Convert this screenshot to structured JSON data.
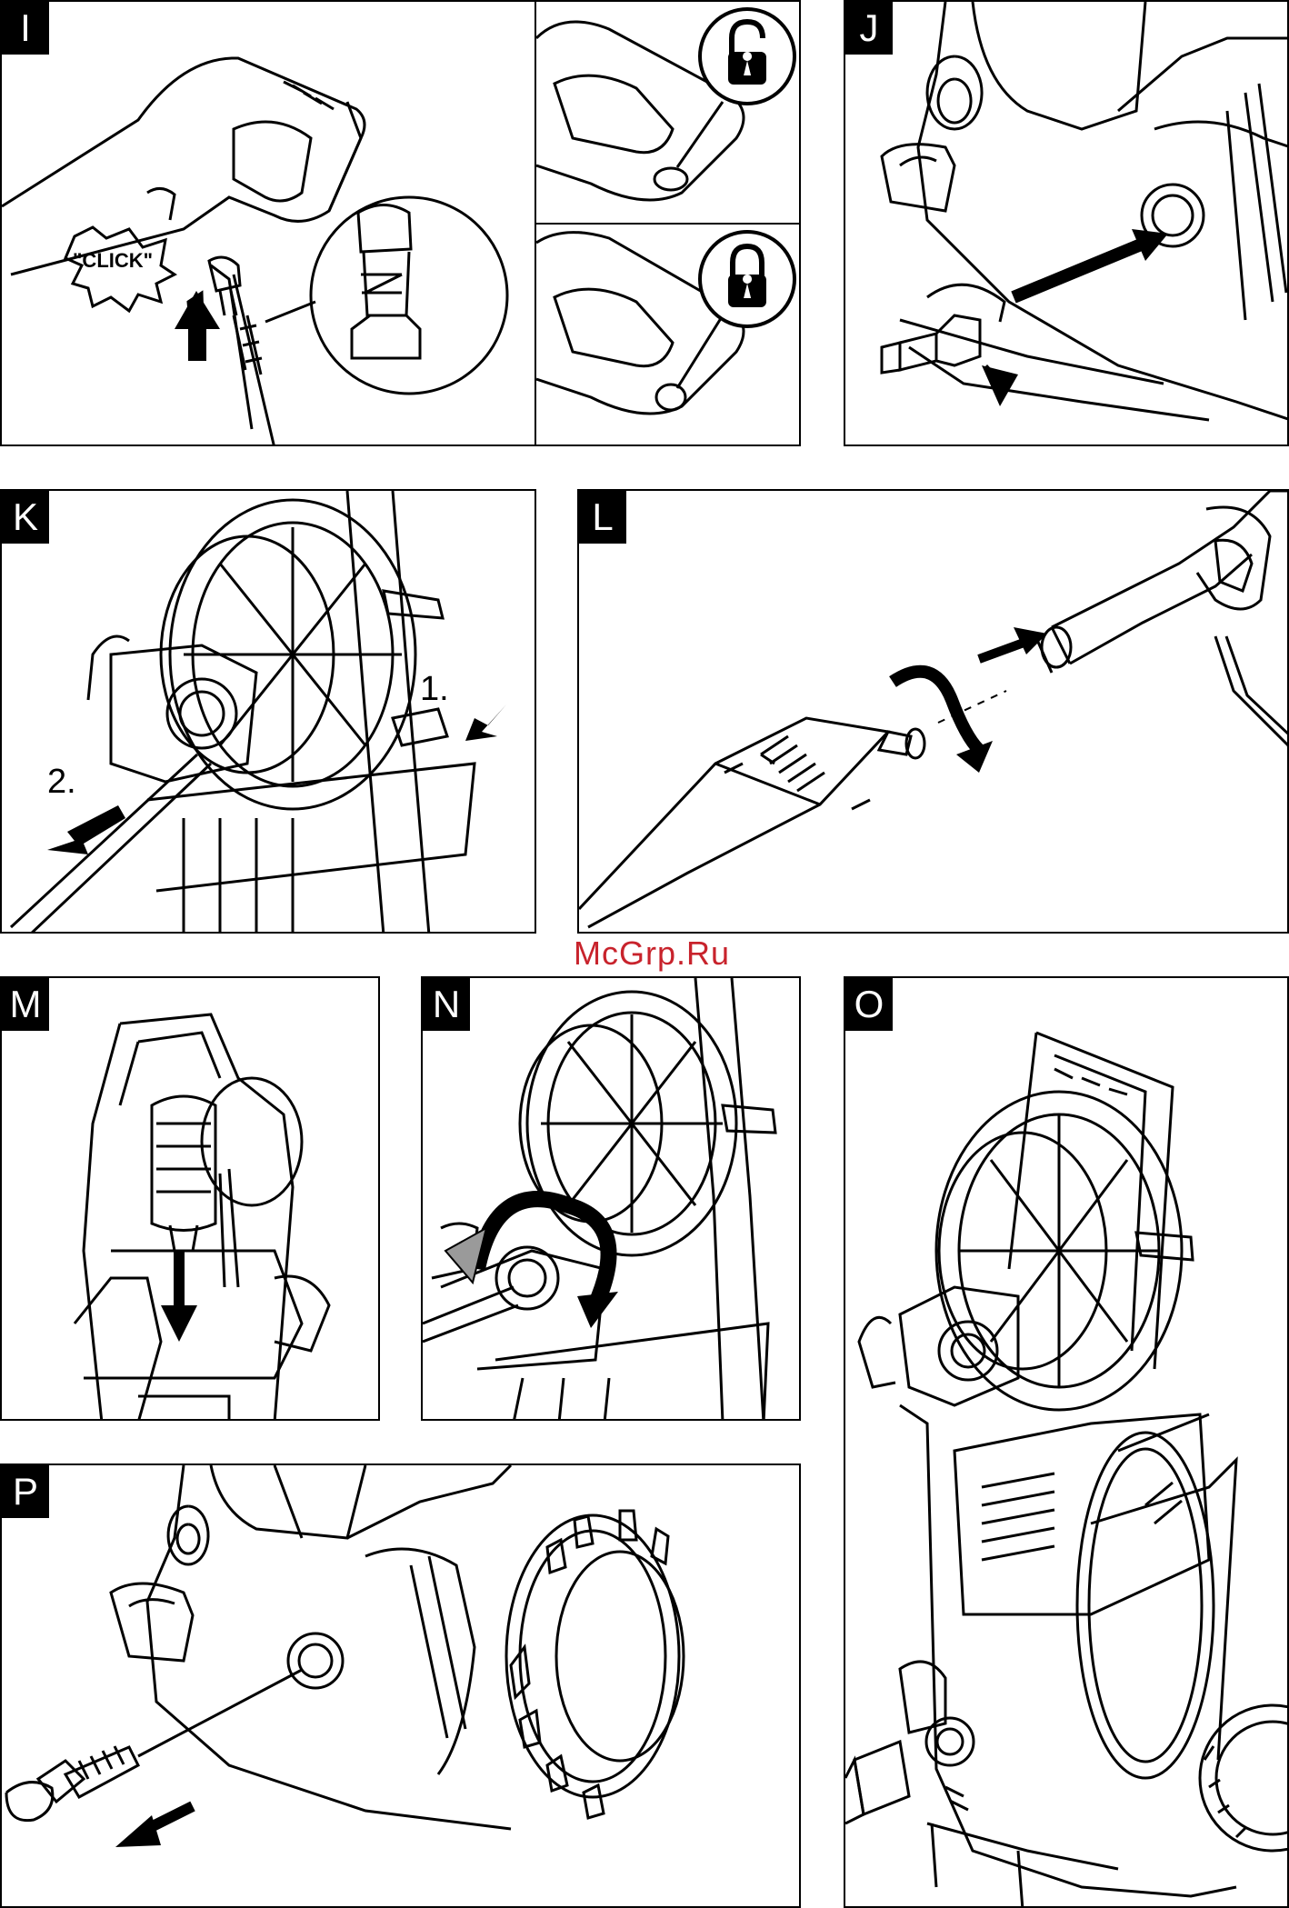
{
  "panels": {
    "I": {
      "letter": "I",
      "callout": "\"CLICK\""
    },
    "J": {
      "letter": "J"
    },
    "K": {
      "letter": "K",
      "step1": "1.",
      "step2": "2."
    },
    "L": {
      "letter": "L"
    },
    "M": {
      "letter": "M"
    },
    "N": {
      "letter": "N"
    },
    "O": {
      "letter": "O"
    },
    "P": {
      "letter": "P"
    }
  },
  "watermark": "McGrp.Ru",
  "colors": {
    "ink": "#000000",
    "paper": "#ffffff",
    "watermark": "#c8232c",
    "accent_arrow": "#9a9a9a"
  }
}
